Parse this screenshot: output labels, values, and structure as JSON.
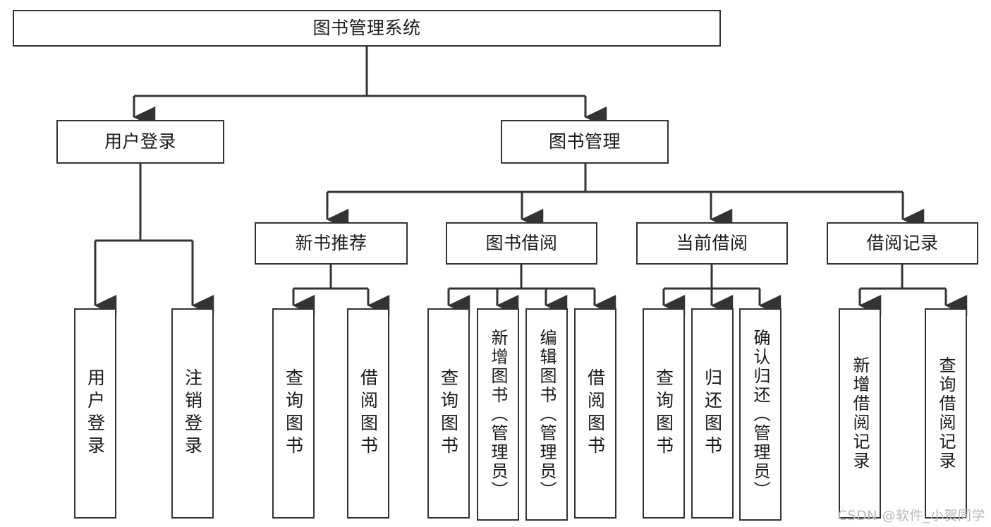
{
  "diagram": {
    "title": "图书管理系统",
    "type": "tree",
    "root": {
      "id": "root",
      "label": "图书管理系统"
    },
    "level2": [
      {
        "id": "user-login",
        "label": "用户登录"
      },
      {
        "id": "book-manage",
        "label": "图书管理"
      }
    ],
    "level3": [
      {
        "id": "new-book-recommend",
        "label": "新书推荐",
        "parent": "book-manage"
      },
      {
        "id": "book-borrow",
        "label": "图书借阅",
        "parent": "book-manage"
      },
      {
        "id": "current-borrow",
        "label": "当前借阅",
        "parent": "book-manage"
      },
      {
        "id": "borrow-record",
        "label": "借阅记录",
        "parent": "book-manage"
      }
    ],
    "leaves": [
      {
        "id": "leaf-user-login",
        "label": "用户登录",
        "parent": "user-login"
      },
      {
        "id": "leaf-user-logout",
        "label": "注销登录",
        "parent": "user-login"
      },
      {
        "id": "leaf-query-book-1",
        "label": "查询图书",
        "parent": "new-book-recommend"
      },
      {
        "id": "leaf-borrow-book-1",
        "label": "借阅图书",
        "parent": "new-book-recommend"
      },
      {
        "id": "leaf-query-book-2",
        "label": "查询图书",
        "parent": "book-borrow"
      },
      {
        "id": "leaf-add-book",
        "label": "新增图书（管理员）",
        "parent": "book-borrow"
      },
      {
        "id": "leaf-edit-book",
        "label": "编辑图书（管理员）",
        "parent": "book-borrow"
      },
      {
        "id": "leaf-borrow-book-2",
        "label": "借阅图书",
        "parent": "book-borrow"
      },
      {
        "id": "leaf-query-book-3",
        "label": "查询图书",
        "parent": "current-borrow"
      },
      {
        "id": "leaf-return-book",
        "label": "归还图书",
        "parent": "current-borrow"
      },
      {
        "id": "leaf-confirm-return",
        "label": "确认归还（管理员）",
        "parent": "current-borrow"
      },
      {
        "id": "leaf-add-record",
        "label": "新增借阅记录",
        "parent": "borrow-record"
      },
      {
        "id": "leaf-query-record",
        "label": "查询借阅记录",
        "parent": "borrow-record"
      }
    ],
    "colors": {
      "stroke": "#333333",
      "fill": "#ffffff",
      "text": "#1a1a1a",
      "watermark": "#b8b8b8"
    }
  },
  "watermark": {
    "text": "CSDN @软件_小贺同学"
  }
}
